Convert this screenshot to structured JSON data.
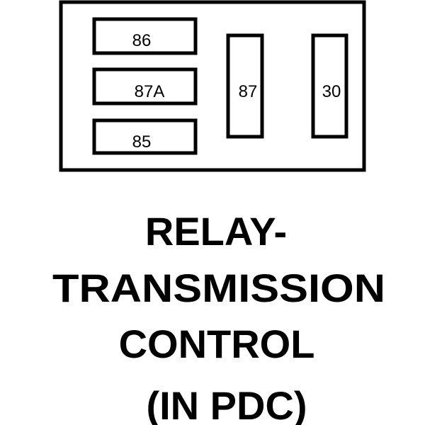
{
  "relay": {
    "pins": {
      "pin_86": "86",
      "pin_87a": "87A",
      "pin_85": "85",
      "pin_87": "87",
      "pin_30": "30"
    }
  },
  "caption": {
    "line1": "RELAY-",
    "line2": "TRANSMISSION",
    "line3": "CONTROL",
    "line4": "(IN PDC)"
  },
  "colors": {
    "ink": "#000000",
    "background": "#ffffff"
  }
}
